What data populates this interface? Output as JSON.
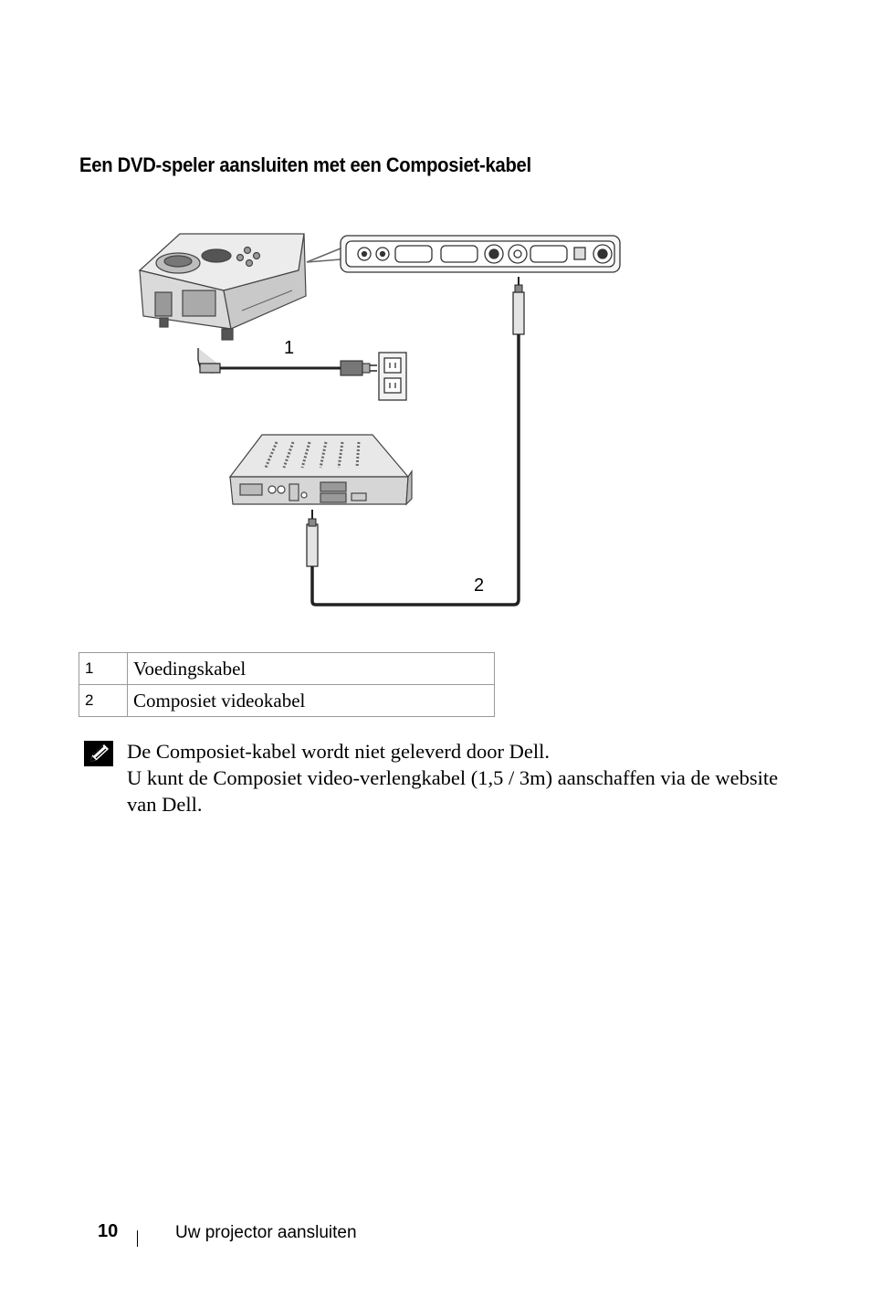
{
  "section_title": "Een DVD-speler aansluiten met een Composiet-kabel",
  "figure": {
    "callouts": [
      "1",
      "2"
    ]
  },
  "legend": [
    {
      "num": "1",
      "label": "Voedingskabel"
    },
    {
      "num": "2",
      "label": "Composiet videokabel"
    }
  ],
  "note": {
    "icon": "note-pencil-icon",
    "line1": "De Composiet-kabel wordt niet geleverd door Dell.",
    "line2": "U kunt de Composiet video-verlengkabel (1,5 / 3m) aanschaffen via de website van Dell."
  },
  "footer": {
    "page_number": "10",
    "chapter_title": "Uw projector aansluiten"
  }
}
